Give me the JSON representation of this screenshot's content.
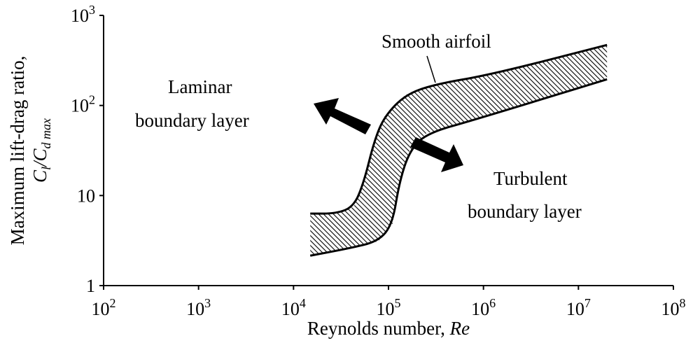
{
  "chart_data": {
    "type": "area",
    "title": "",
    "xlabel": "Reynolds number, ",
    "xlabel_italic": "Re",
    "ylabel_line1": "Maximum lift-drag ratio,",
    "ylabel_line2": {
      "c": "C",
      "l": "l",
      "slash": "/C",
      "d": "d max"
    },
    "xscale": "log",
    "yscale": "log",
    "xlim": [
      100,
      100000000
    ],
    "ylim": [
      1,
      1000
    ],
    "grid": false,
    "xticks": [
      {
        "base": "10",
        "exp": "2",
        "value": 100
      },
      {
        "base": "10",
        "exp": "3",
        "value": 1000
      },
      {
        "base": "10",
        "exp": "4",
        "value": 10000
      },
      {
        "base": "10",
        "exp": "5",
        "value": 100000
      },
      {
        "base": "10",
        "exp": "6",
        "value": 1000000
      },
      {
        "base": "10",
        "exp": "7",
        "value": 10000000
      },
      {
        "base": "10",
        "exp": "8",
        "value": 100000000
      }
    ],
    "yticks": [
      {
        "base": "1",
        "exp": "",
        "value": 1
      },
      {
        "base": "10",
        "exp": "",
        "value": 10
      },
      {
        "base": "10",
        "exp": "2",
        "value": 100
      },
      {
        "base": "10",
        "exp": "3",
        "value": 1000
      }
    ],
    "band": {
      "name": "Smooth airfoil",
      "upper": [
        [
          15000,
          6.3
        ],
        [
          28000,
          6.3
        ],
        [
          43000,
          7.5
        ],
        [
          55000,
          14
        ],
        [
          71000,
          41
        ],
        [
          91000,
          76
        ],
        [
          150000,
          131
        ],
        [
          300000,
          171
        ],
        [
          1200000,
          220
        ],
        [
          20000000,
          470
        ]
      ],
      "lower": [
        [
          15000,
          2.15
        ],
        [
          39000,
          2.6
        ],
        [
          78000,
          3.1
        ],
        [
          110000,
          4.8
        ],
        [
          130000,
          14
        ],
        [
          166000,
          31
        ],
        [
          250000,
          49
        ],
        [
          830000,
          70
        ],
        [
          20000000,
          195
        ]
      ]
    },
    "annotations": {
      "smooth": "Smooth airfoil",
      "laminar1": "Laminar",
      "laminar2": "boundary layer",
      "turbulent1": "Turbulent",
      "turbulent2": "boundary layer"
    },
    "colors": {
      "axis": "#000000",
      "band_outline": "#000000",
      "hatch": "#000000"
    }
  }
}
